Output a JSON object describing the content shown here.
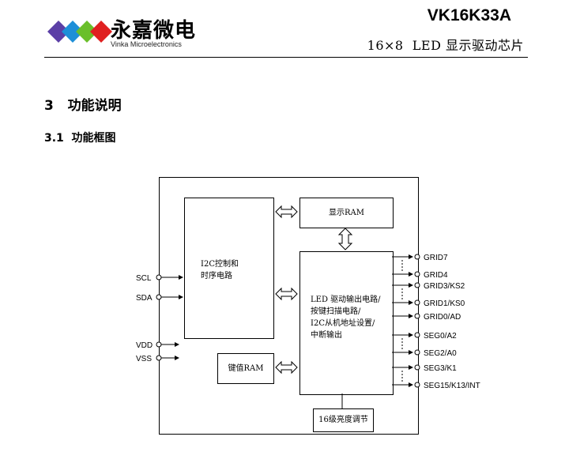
{
  "header": {
    "logo_cn": "永嘉微电",
    "logo_en": "Vinka Microelectronics",
    "chip_name": "VK16K33A",
    "subtitle": "16×8  LED 显示驱动芯片"
  },
  "section": {
    "heading": "3   功能说明",
    "subheading": "3.1  功能框图"
  },
  "diagram": {
    "i2c_block": {
      "line1": "I2C控制和",
      "line2": "时序电路"
    },
    "display_ram": "显示RAM",
    "key_ram": "键值RAM",
    "led_block": {
      "line1": "LED 驱动输出电路/",
      "line2": "按键扫描电路/",
      "line3": "I2C从机地址设置/",
      "line4": "中断输出"
    },
    "brightness": "16级亮度调节",
    "left_pins": [
      "SCL",
      "SDA",
      "VDD",
      "VSS"
    ],
    "right_pins": [
      "GRID7",
      "GRID4",
      "GRID3/KS2",
      "GRID1/KS0",
      "GRID0/AD",
      "SEG0/A2",
      "SEG2/A0",
      "SEG3/K1",
      "SEG15/K13/INT"
    ]
  },
  "colors": {
    "logo_purple": "#5b3fa6",
    "logo_blue": "#1e8fd8",
    "logo_green": "#6abf2a",
    "logo_red": "#e02020"
  }
}
